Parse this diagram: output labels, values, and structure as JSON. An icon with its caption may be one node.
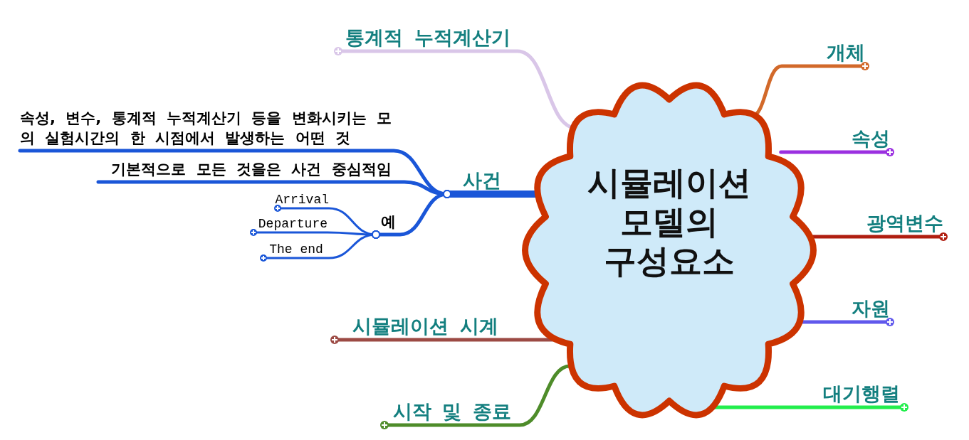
{
  "diagram": {
    "nodes": [
      {
        "text": [
          "시뮬레이션 모델의 구성요소"
        ]
      },
      {
        "text": [
          "통계적 누적계산기"
        ]
      },
      {
        "text": [
          "개체"
        ]
      },
      {
        "text": [
          "속성"
        ]
      },
      {
        "text": [
          "광역변수"
        ]
      },
      {
        "text": [
          "자원"
        ]
      },
      {
        "text": [
          "대기행렬"
        ]
      },
      {
        "text": [
          "사건"
        ]
      },
      {
        "text": [
          "속성, 변수, 통계적 누적계산기 등을 변화시키는 모의 실험시간의 한 시점에서 발생하는 어떤 것"
        ]
      },
      {
        "text": [
          "기본적으로 모든 것을은 사건 중심적임"
        ]
      },
      {
        "text": [
          "예"
        ]
      },
      {
        "text": [
          "Arrival"
        ]
      },
      {
        "text": [
          "Departure"
        ]
      },
      {
        "text": [
          "The end"
        ]
      },
      {
        "text": [
          "시뮬레이션 시계"
        ]
      },
      {
        "text": [
          "시작 및 종료"
        ]
      }
    ],
    "edges": [
      {
        "from": 0,
        "to": 1,
        "arrow": "other",
        "color": "#d9c6e8"
      },
      {
        "from": 0,
        "to": 2,
        "arrow": "other",
        "color": "#d2692a"
      },
      {
        "from": 0,
        "to": 3,
        "arrow": "other",
        "color": "#9b30e0"
      },
      {
        "from": 0,
        "to": 4,
        "arrow": "other",
        "color": "#b01e10"
      },
      {
        "from": 0,
        "to": 5,
        "arrow": "other",
        "color": "#6058ec"
      },
      {
        "from": 0,
        "to": 6,
        "arrow": "other",
        "color": "#22ee4c"
      },
      {
        "from": 0,
        "to": 7,
        "arrow": "other",
        "style": "thick",
        "color": "#1a56d8"
      },
      {
        "from": 7,
        "to": 8,
        "arrow": "other",
        "color": "#1a56d8"
      },
      {
        "from": 7,
        "to": 9,
        "arrow": "other",
        "color": "#1a56d8"
      },
      {
        "from": 7,
        "to": 10,
        "arrow": "other",
        "color": "#1a56d8"
      },
      {
        "from": 10,
        "to": 11,
        "arrow": "other",
        "color": "#1a56d8"
      },
      {
        "from": 10,
        "to": 12,
        "arrow": "other",
        "color": "#1a56d8"
      },
      {
        "from": 10,
        "to": 13,
        "arrow": "other",
        "color": "#1a56d8"
      },
      {
        "from": 0,
        "to": 14,
        "arrow": "other",
        "color": "#9c4a44"
      },
      {
        "from": 0,
        "to": 15,
        "arrow": "other",
        "color": "#4e8c2a"
      }
    ]
  }
}
